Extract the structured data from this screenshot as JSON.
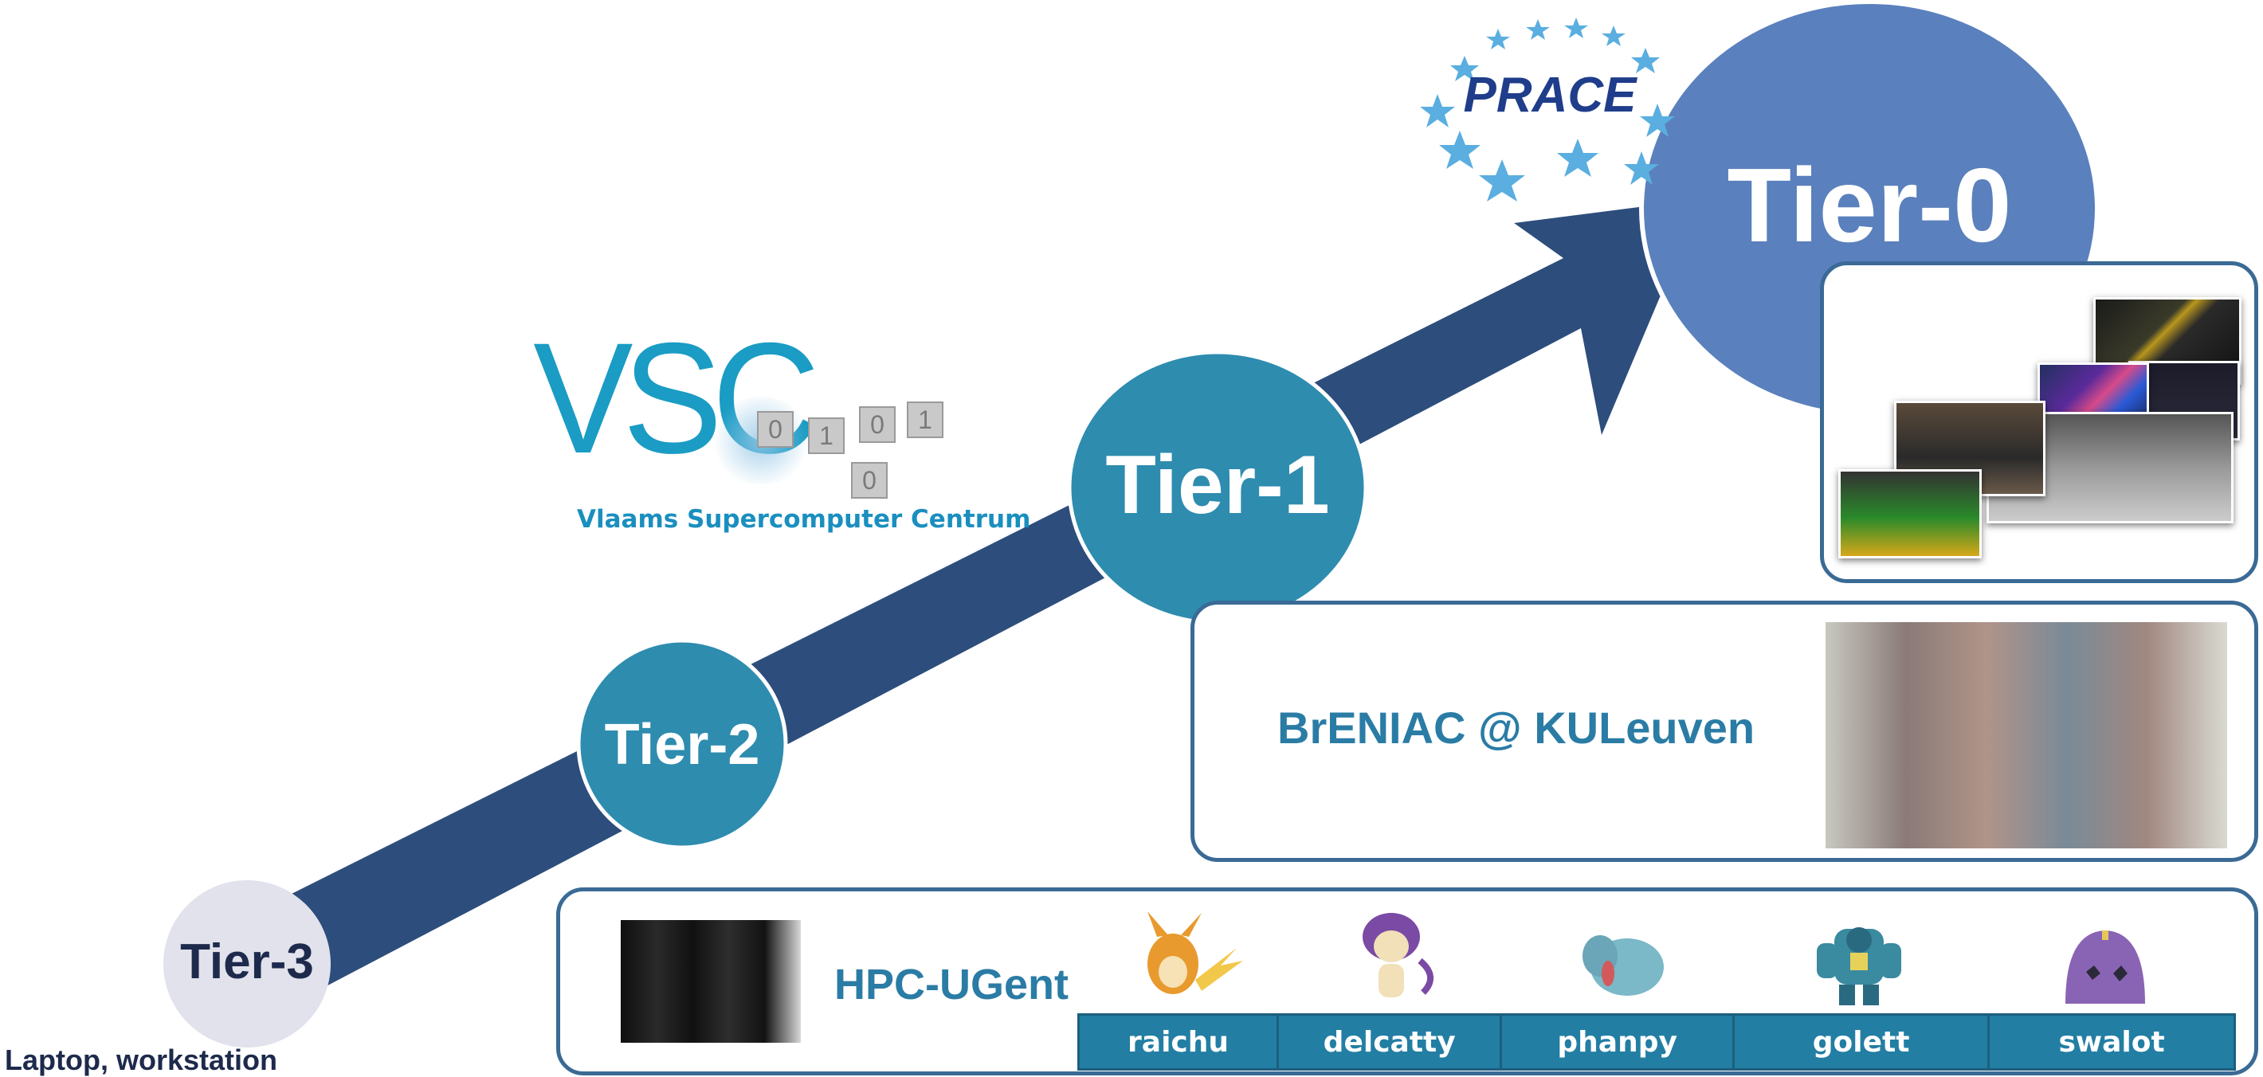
{
  "tiers": [
    {
      "id": "tier-0",
      "label": "Tier-0"
    },
    {
      "id": "tier-1",
      "label": "Tier-1"
    },
    {
      "id": "tier-2",
      "label": "Tier-2"
    },
    {
      "id": "tier-3",
      "label": "Tier-3"
    }
  ],
  "tier3_caption": "Laptop, workstation",
  "logos": {
    "vsc_monogram": "VSC",
    "vsc_subtitle": "Vlaams Supercomputer Centrum",
    "vsc_cubes": [
      "0",
      "1",
      "0",
      "1",
      "0"
    ],
    "prace": "PRACE"
  },
  "tier1_panel": {
    "title": "BrENIAC @ KULeuven"
  },
  "tier2_panel": {
    "title": "HPC-UGent",
    "clusters": [
      "raichu",
      "delcatty",
      "phanpy",
      "golett",
      "swalot"
    ]
  },
  "colors": {
    "arrow": "#2d4d7c",
    "tier0": "#5a80bd",
    "tier1": "#2e8caf",
    "tier2": "#2e8caf",
    "tier3": "#e1e2eb",
    "panel_border": "#3a6a95",
    "panel_title": "#2a7ca5",
    "table_cell": "#237ea3"
  }
}
